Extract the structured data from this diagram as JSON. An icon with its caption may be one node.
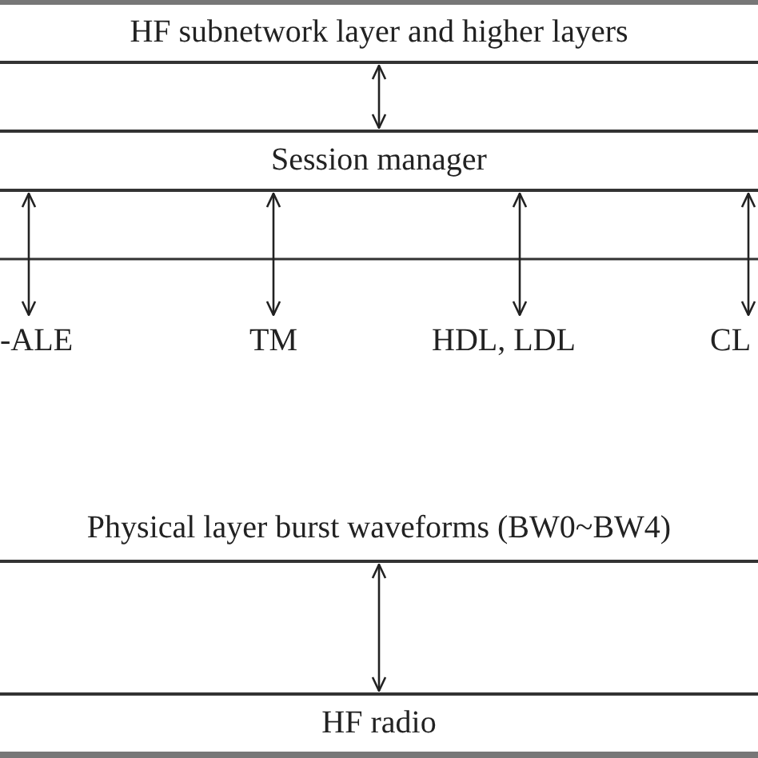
{
  "diagram": {
    "nodes": [
      {
        "text": [
          "HF subnetwork layer and higher layers"
        ]
      },
      {
        "text": [
          "Session manager"
        ]
      },
      {
        "text": [
          "-ALE"
        ]
      },
      {
        "text": [
          "TM"
        ]
      },
      {
        "text": [
          "HDL, LDL"
        ]
      },
      {
        "text": [
          "CL"
        ]
      },
      {
        "text": [
          "Physical layer burst waveforms (BW0~BW4)"
        ]
      },
      {
        "text": [
          "HF radio"
        ]
      }
    ],
    "edges": [
      {
        "from": 0,
        "to": 1,
        "arrow": "both"
      },
      {
        "from": 1,
        "to": 2,
        "arrow": "both"
      },
      {
        "from": 1,
        "to": 3,
        "arrow": "both"
      },
      {
        "from": 1,
        "to": 4,
        "arrow": "both"
      },
      {
        "from": 1,
        "to": 5,
        "arrow": "both"
      },
      {
        "from": 6,
        "to": 7,
        "arrow": "both"
      }
    ]
  }
}
